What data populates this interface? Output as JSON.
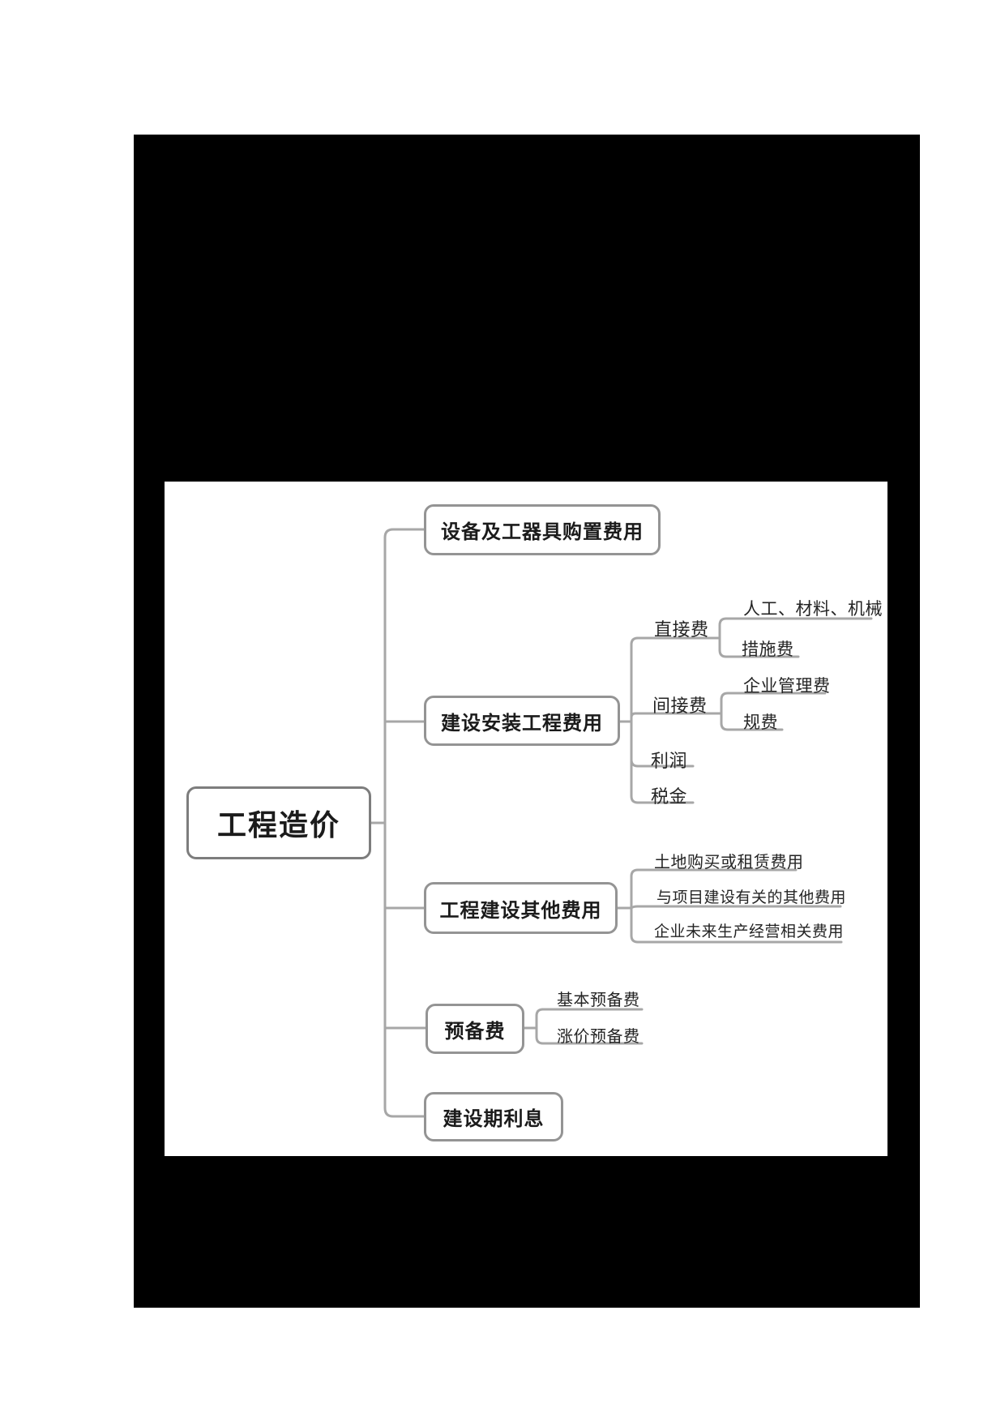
{
  "colors": {
    "frame_background": "#000000",
    "panel_background": "#ffffff",
    "connector_line": "#a7a7a7",
    "node_border": "#949494",
    "root_border": "#7d7d7d",
    "text": "#1b1b1b"
  },
  "mindmap": {
    "root": "工程造价",
    "branches": [
      {
        "label": "设备及工器具购置费用"
      },
      {
        "label": "建设安装工程费用",
        "children": [
          {
            "label": "直接费",
            "children": [
              {
                "label": "人工、材料、机械"
              },
              {
                "label": "措施费"
              }
            ]
          },
          {
            "label": "间接费",
            "children": [
              {
                "label": "企业管理费"
              },
              {
                "label": "规费"
              }
            ]
          },
          {
            "label": "利润"
          },
          {
            "label": "税金"
          }
        ]
      },
      {
        "label": "工程建设其他费用",
        "children": [
          {
            "label": "土地购买或租赁费用"
          },
          {
            "label": "与项目建设有关的其他费用"
          },
          {
            "label": "企业未来生产经营相关费用"
          }
        ]
      },
      {
        "label": "预备费",
        "children": [
          {
            "label": "基本预备费"
          },
          {
            "label": "涨价预备费"
          }
        ]
      },
      {
        "label": "建设期利息"
      }
    ]
  }
}
